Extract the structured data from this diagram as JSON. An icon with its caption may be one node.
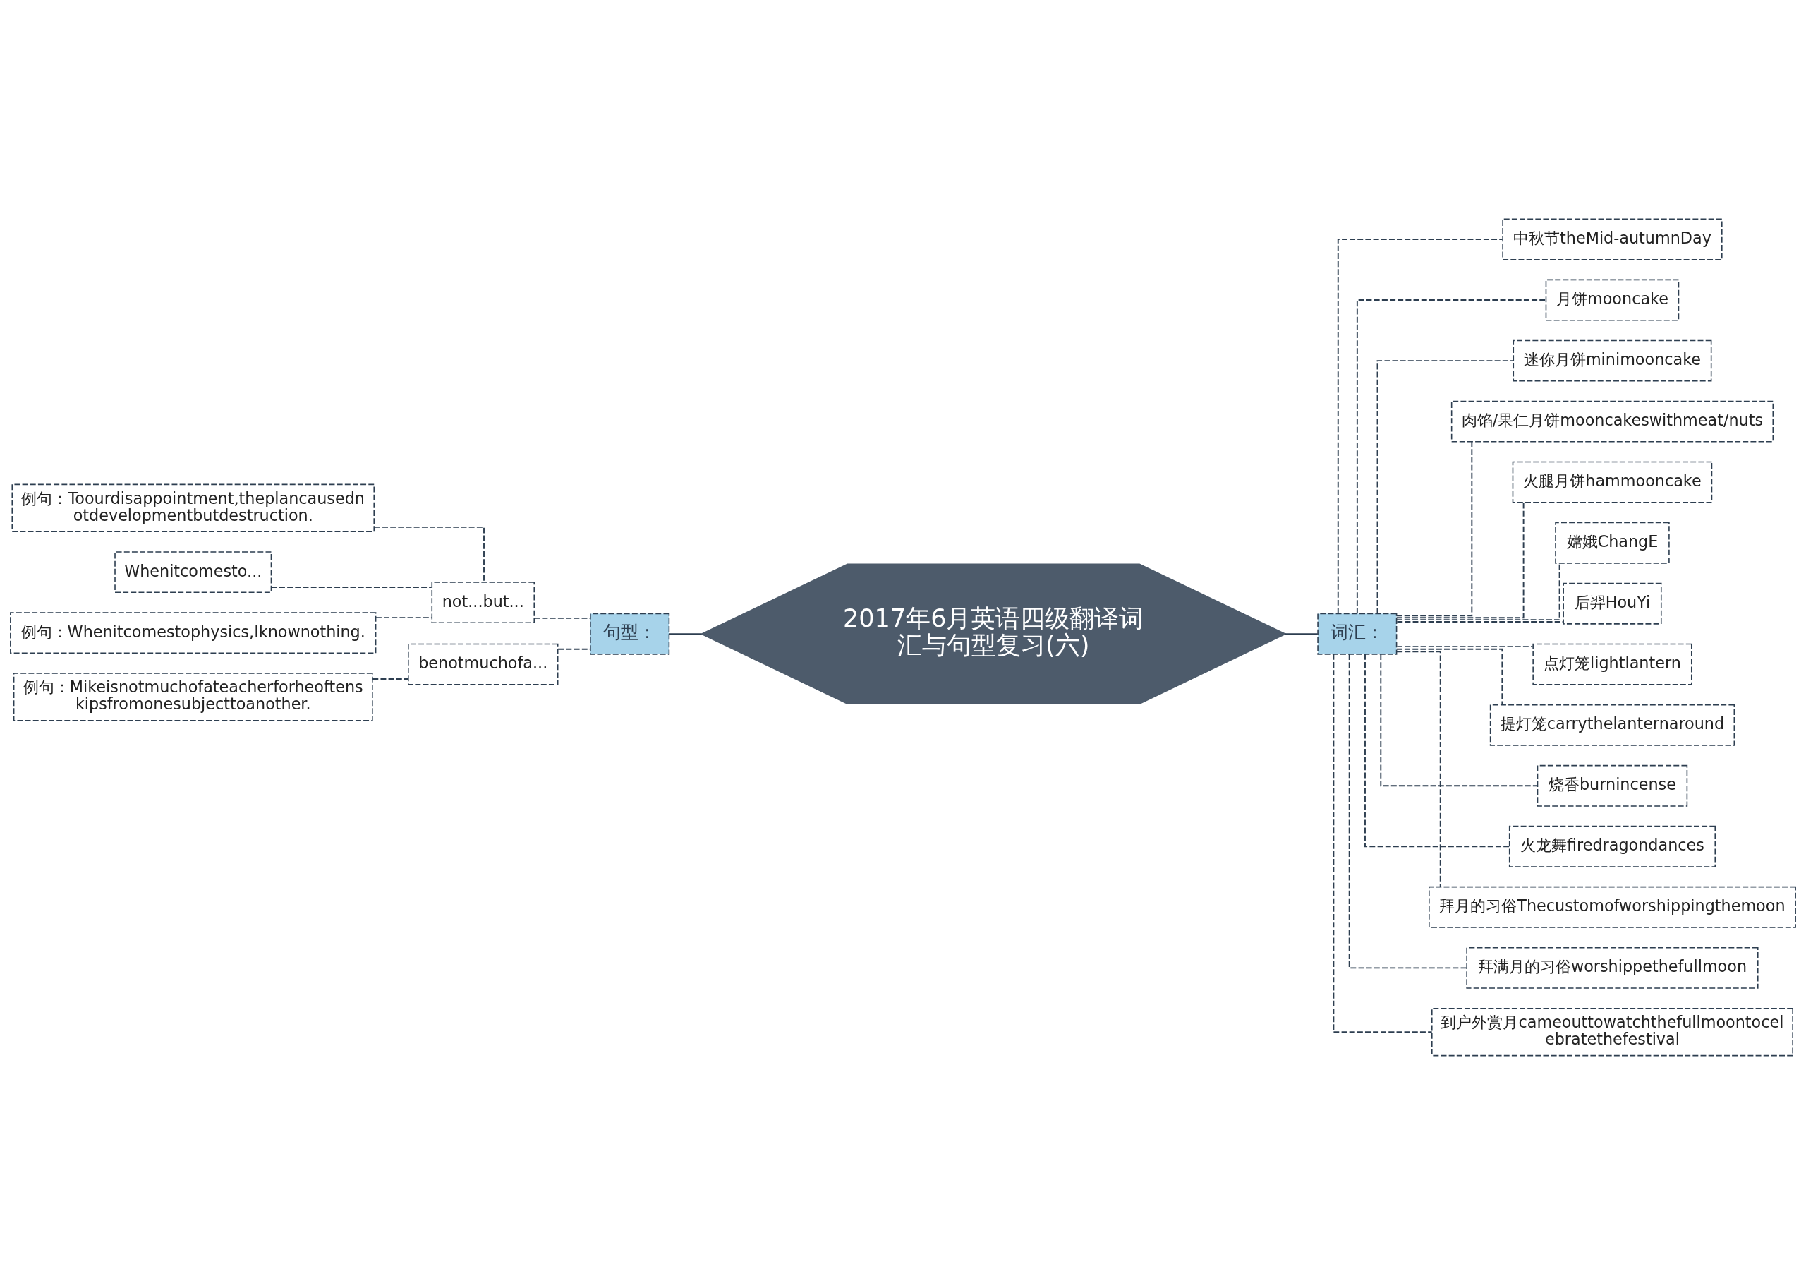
{
  "diagram": {
    "nodes": [
      {
        "text": [
          "2017年6月英语四级翻译词汇与句型复习(六)"
        ]
      },
      {
        "text": [
          "句型："
        ]
      },
      {
        "text": [
          "not...but..."
        ]
      },
      {
        "text": [
          "例句：Toourdisappointment,theplancausednotdevelopmentbutdestruction."
        ]
      },
      {
        "text": [
          "Whenitcomesto..."
        ]
      },
      {
        "text": [
          "例句：Whenitcomestophysics,Iknownothing."
        ]
      },
      {
        "text": [
          "benotmuchofa..."
        ]
      },
      {
        "text": [
          "例句：Mikeisnotmuchofateacherforheoftenskipsfromonesubjecttoanother."
        ]
      },
      {
        "text": [
          "词汇："
        ]
      },
      {
        "text": [
          "中秋节theMid-autumnDay"
        ]
      },
      {
        "text": [
          "月饼mooncake"
        ]
      },
      {
        "text": [
          "迷你月饼minimooncake"
        ]
      },
      {
        "text": [
          "肉馅/果仁月饼mooncakeswithmeat/nuts"
        ]
      },
      {
        "text": [
          "火腿月饼hammooncake"
        ]
      },
      {
        "text": [
          "嫦娥ChangE"
        ]
      },
      {
        "text": [
          "后羿HouYi"
        ]
      },
      {
        "text": [
          "点灯笼lightlantern"
        ]
      },
      {
        "text": [
          "提灯笼carrythelanternaround"
        ]
      },
      {
        "text": [
          "烧香burnincense"
        ]
      },
      {
        "text": [
          "火龙舞firedragondances"
        ]
      },
      {
        "text": [
          "拜月的习俗Thecustomofworshippingthemoon"
        ]
      },
      {
        "text": [
          "拜满月的习俗worshippethefullmoon"
        ]
      },
      {
        "text": [
          "到户外赏月cameouttowatchthefullmoontocelebratethefestival"
        ]
      }
    ],
    "edges": [
      {
        "from": 0,
        "to": 1,
        "arrow": "none"
      },
      {
        "from": 1,
        "to": 2,
        "arrow": "none",
        "style": "dashed"
      },
      {
        "from": 2,
        "to": 3,
        "arrow": "none",
        "style": "dashed"
      },
      {
        "from": 2,
        "to": 4,
        "arrow": "none",
        "style": "dashed"
      },
      {
        "from": 2,
        "to": 5,
        "arrow": "none",
        "style": "dashed"
      },
      {
        "from": 1,
        "to": 6,
        "arrow": "none",
        "style": "dashed"
      },
      {
        "from": 6,
        "to": 7,
        "arrow": "none",
        "style": "dashed"
      },
      {
        "from": 0,
        "to": 8,
        "arrow": "none"
      },
      {
        "from": 8,
        "to": 9,
        "arrow": "none",
        "style": "dashed"
      },
      {
        "from": 8,
        "to": 10,
        "arrow": "none",
        "style": "dashed"
      },
      {
        "from": 8,
        "to": 11,
        "arrow": "none",
        "style": "dashed"
      },
      {
        "from": 8,
        "to": 12,
        "arrow": "none",
        "style": "dashed"
      },
      {
        "from": 8,
        "to": 13,
        "arrow": "none",
        "style": "dashed"
      },
      {
        "from": 8,
        "to": 14,
        "arrow": "none",
        "style": "dashed"
      },
      {
        "from": 8,
        "to": 15,
        "arrow": "none",
        "style": "dashed"
      },
      {
        "from": 8,
        "to": 16,
        "arrow": "none",
        "style": "dashed"
      },
      {
        "from": 8,
        "to": 17,
        "arrow": "none",
        "style": "dashed"
      },
      {
        "from": 8,
        "to": 18,
        "arrow": "none",
        "style": "dashed"
      },
      {
        "from": 8,
        "to": 19,
        "arrow": "none",
        "style": "dashed"
      },
      {
        "from": 8,
        "to": 20,
        "arrow": "none",
        "style": "dashed"
      },
      {
        "from": 8,
        "to": 21,
        "arrow": "none",
        "style": "dashed"
      },
      {
        "from": 8,
        "to": 22,
        "arrow": "none",
        "style": "dashed"
      }
    ]
  }
}
